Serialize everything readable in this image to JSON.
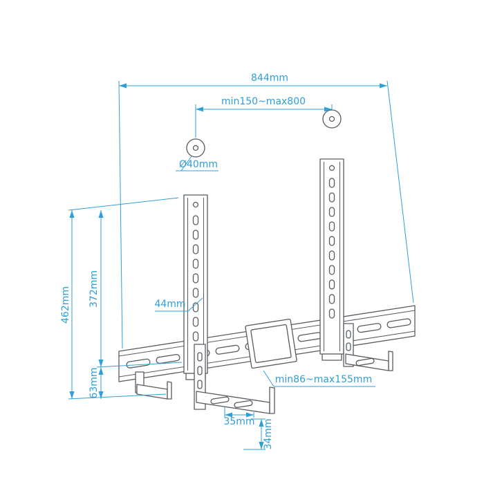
{
  "colors": {
    "outline": "#565b60",
    "dimension": "#2e9fd8"
  },
  "labels": {
    "total_width": "844mm",
    "wall_plate_range": "min150~max800",
    "spacer_diameter": "Ø40mm",
    "total_height": "462mm",
    "rail_length": "372mm",
    "bottom_offset": "63mm",
    "rail_width": "44mm",
    "depth_range": "min86~max155mm",
    "foot_width": "35mm",
    "foot_depth": "34mm"
  }
}
